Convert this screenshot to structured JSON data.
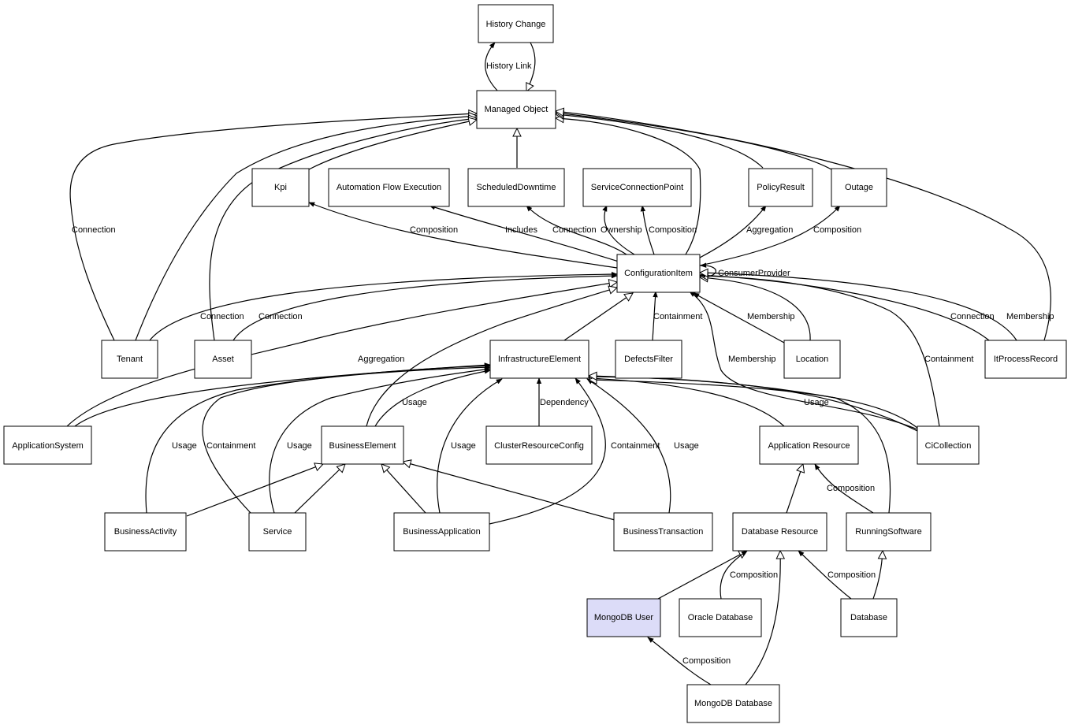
{
  "colors": {
    "node_fill": "#ffffff",
    "highlight_fill": "#dcdcf8",
    "stroke": "#000000"
  },
  "nodes": {
    "history_change": "History Change",
    "managed_object": "Managed Object",
    "kpi": "Kpi",
    "automation_flow_execution": "Automation Flow Execution",
    "scheduled_downtime": "ScheduledDowntime",
    "service_connection_point": "ServiceConnectionPoint",
    "policy_result": "PolicyResult",
    "outage": "Outage",
    "configuration_item": "ConfigurationItem",
    "tenant": "Tenant",
    "asset": "Asset",
    "infrastructure_element": "InfrastructureElement",
    "defects_filter": "DefectsFilter",
    "location": "Location",
    "it_process_record": "ItProcessRecord",
    "application_system": "ApplicationSystem",
    "business_element": "BusinessElement",
    "cluster_resource_config": "ClusterResourceConfig",
    "application_resource": "Application Resource",
    "ci_collection": "CiCollection",
    "business_activity": "BusinessActivity",
    "service": "Service",
    "business_application": "BusinessApplication",
    "business_transaction": "BusinessTransaction",
    "database_resource": "Database Resource",
    "running_software": "RunningSoftware",
    "mongodb_user": "MongoDB User",
    "oracle_database": "Oracle Database",
    "database": "Database",
    "mongodb_database": "MongoDB Database"
  },
  "edge_labels": {
    "history_link": "History Link",
    "tenant_connection_mo": "Connection",
    "ci_kpi_composition": "Composition",
    "ci_afe_includes": "Includes",
    "ci_sd_connection": "Connection",
    "ci_scp_ownership": "Ownership",
    "ci_scp_composition": "Composition",
    "ci_pr_aggregation": "Aggregation",
    "ci_outage_composition": "Composition",
    "ci_consumer_provider": "ConsumerProvider",
    "tenant_ci_connection": "Connection",
    "asset_ci_connection": "Connection",
    "df_ci_containment": "Containment",
    "loc_ci_membership": "Membership",
    "cic_ci_membership": "Membership",
    "cic_ci_containment": "Containment",
    "ipr_ci_connection": "Connection",
    "ipr_ci_membership": "Membership",
    "as_ie_aggregation": "Aggregation",
    "be_ie_usage": "Usage",
    "crc_ie_dependency": "Dependency",
    "cic_ie_usage": "Usage",
    "ba_ie_usage": "Usage",
    "svc_ie_containment": "Containment",
    "svc_ie_usage": "Usage",
    "bapp_ie_usage": "Usage",
    "bapp_ie_containment": "Containment",
    "bt_ie_usage": "Usage",
    "rs_ar_composition": "Composition",
    "od_dr_composition": "Composition",
    "db_dr_composition": "Composition",
    "mdb_mu_composition": "Composition"
  }
}
